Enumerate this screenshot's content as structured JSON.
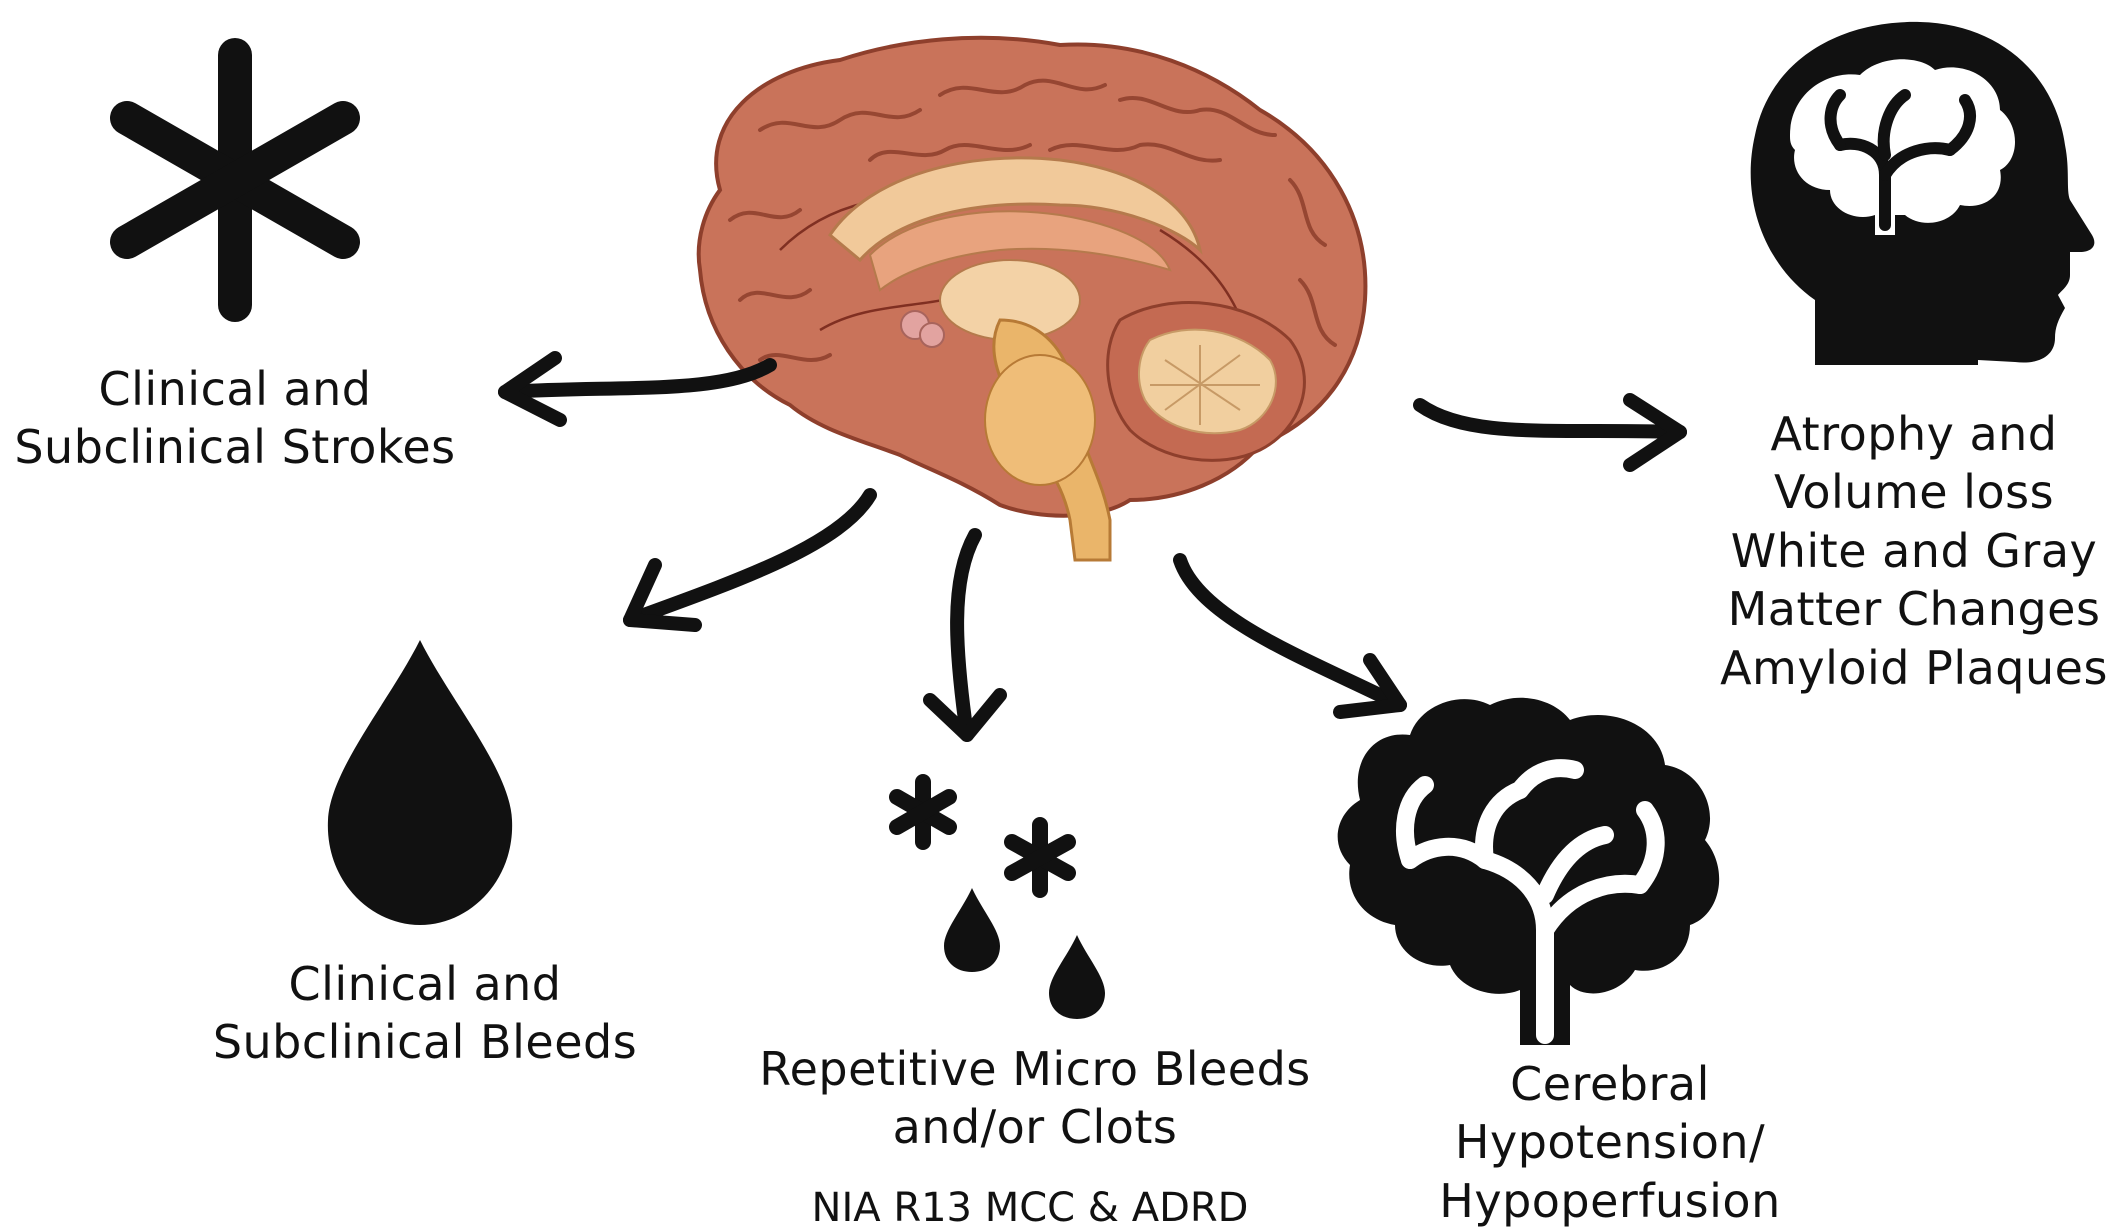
{
  "labels": {
    "strokes": [
      "Clinical and",
      "Subclinical Strokes"
    ],
    "atrophy": [
      "Atrophy and",
      "Volume loss",
      "White and Gray",
      "Matter Changes",
      "Amyloid Plaques"
    ],
    "bleeds": [
      "Clinical and",
      "Subclinical Bleeds"
    ],
    "micro": [
      "Repetitive Micro Bleeds",
      "and/or Clots"
    ],
    "hypoperfusion": [
      "Cerebral",
      "Hypotension/",
      "Hypoperfusion"
    ]
  },
  "footer": "NIA R13 MCC & ADRD",
  "colors": {
    "ink": "#111111",
    "brain_cortex": "#c9735a",
    "brain_dark": "#8e3f2c",
    "brain_inner": "#f1c99a",
    "brainstem": "#eab56a"
  },
  "icons": [
    "brain-anatomy-illustration",
    "asterisk-icon",
    "head-brain-icon",
    "blood-drop-icon",
    "small-asterisk-icon",
    "small-drop-icon",
    "brain-tree-icon",
    "arrow"
  ]
}
